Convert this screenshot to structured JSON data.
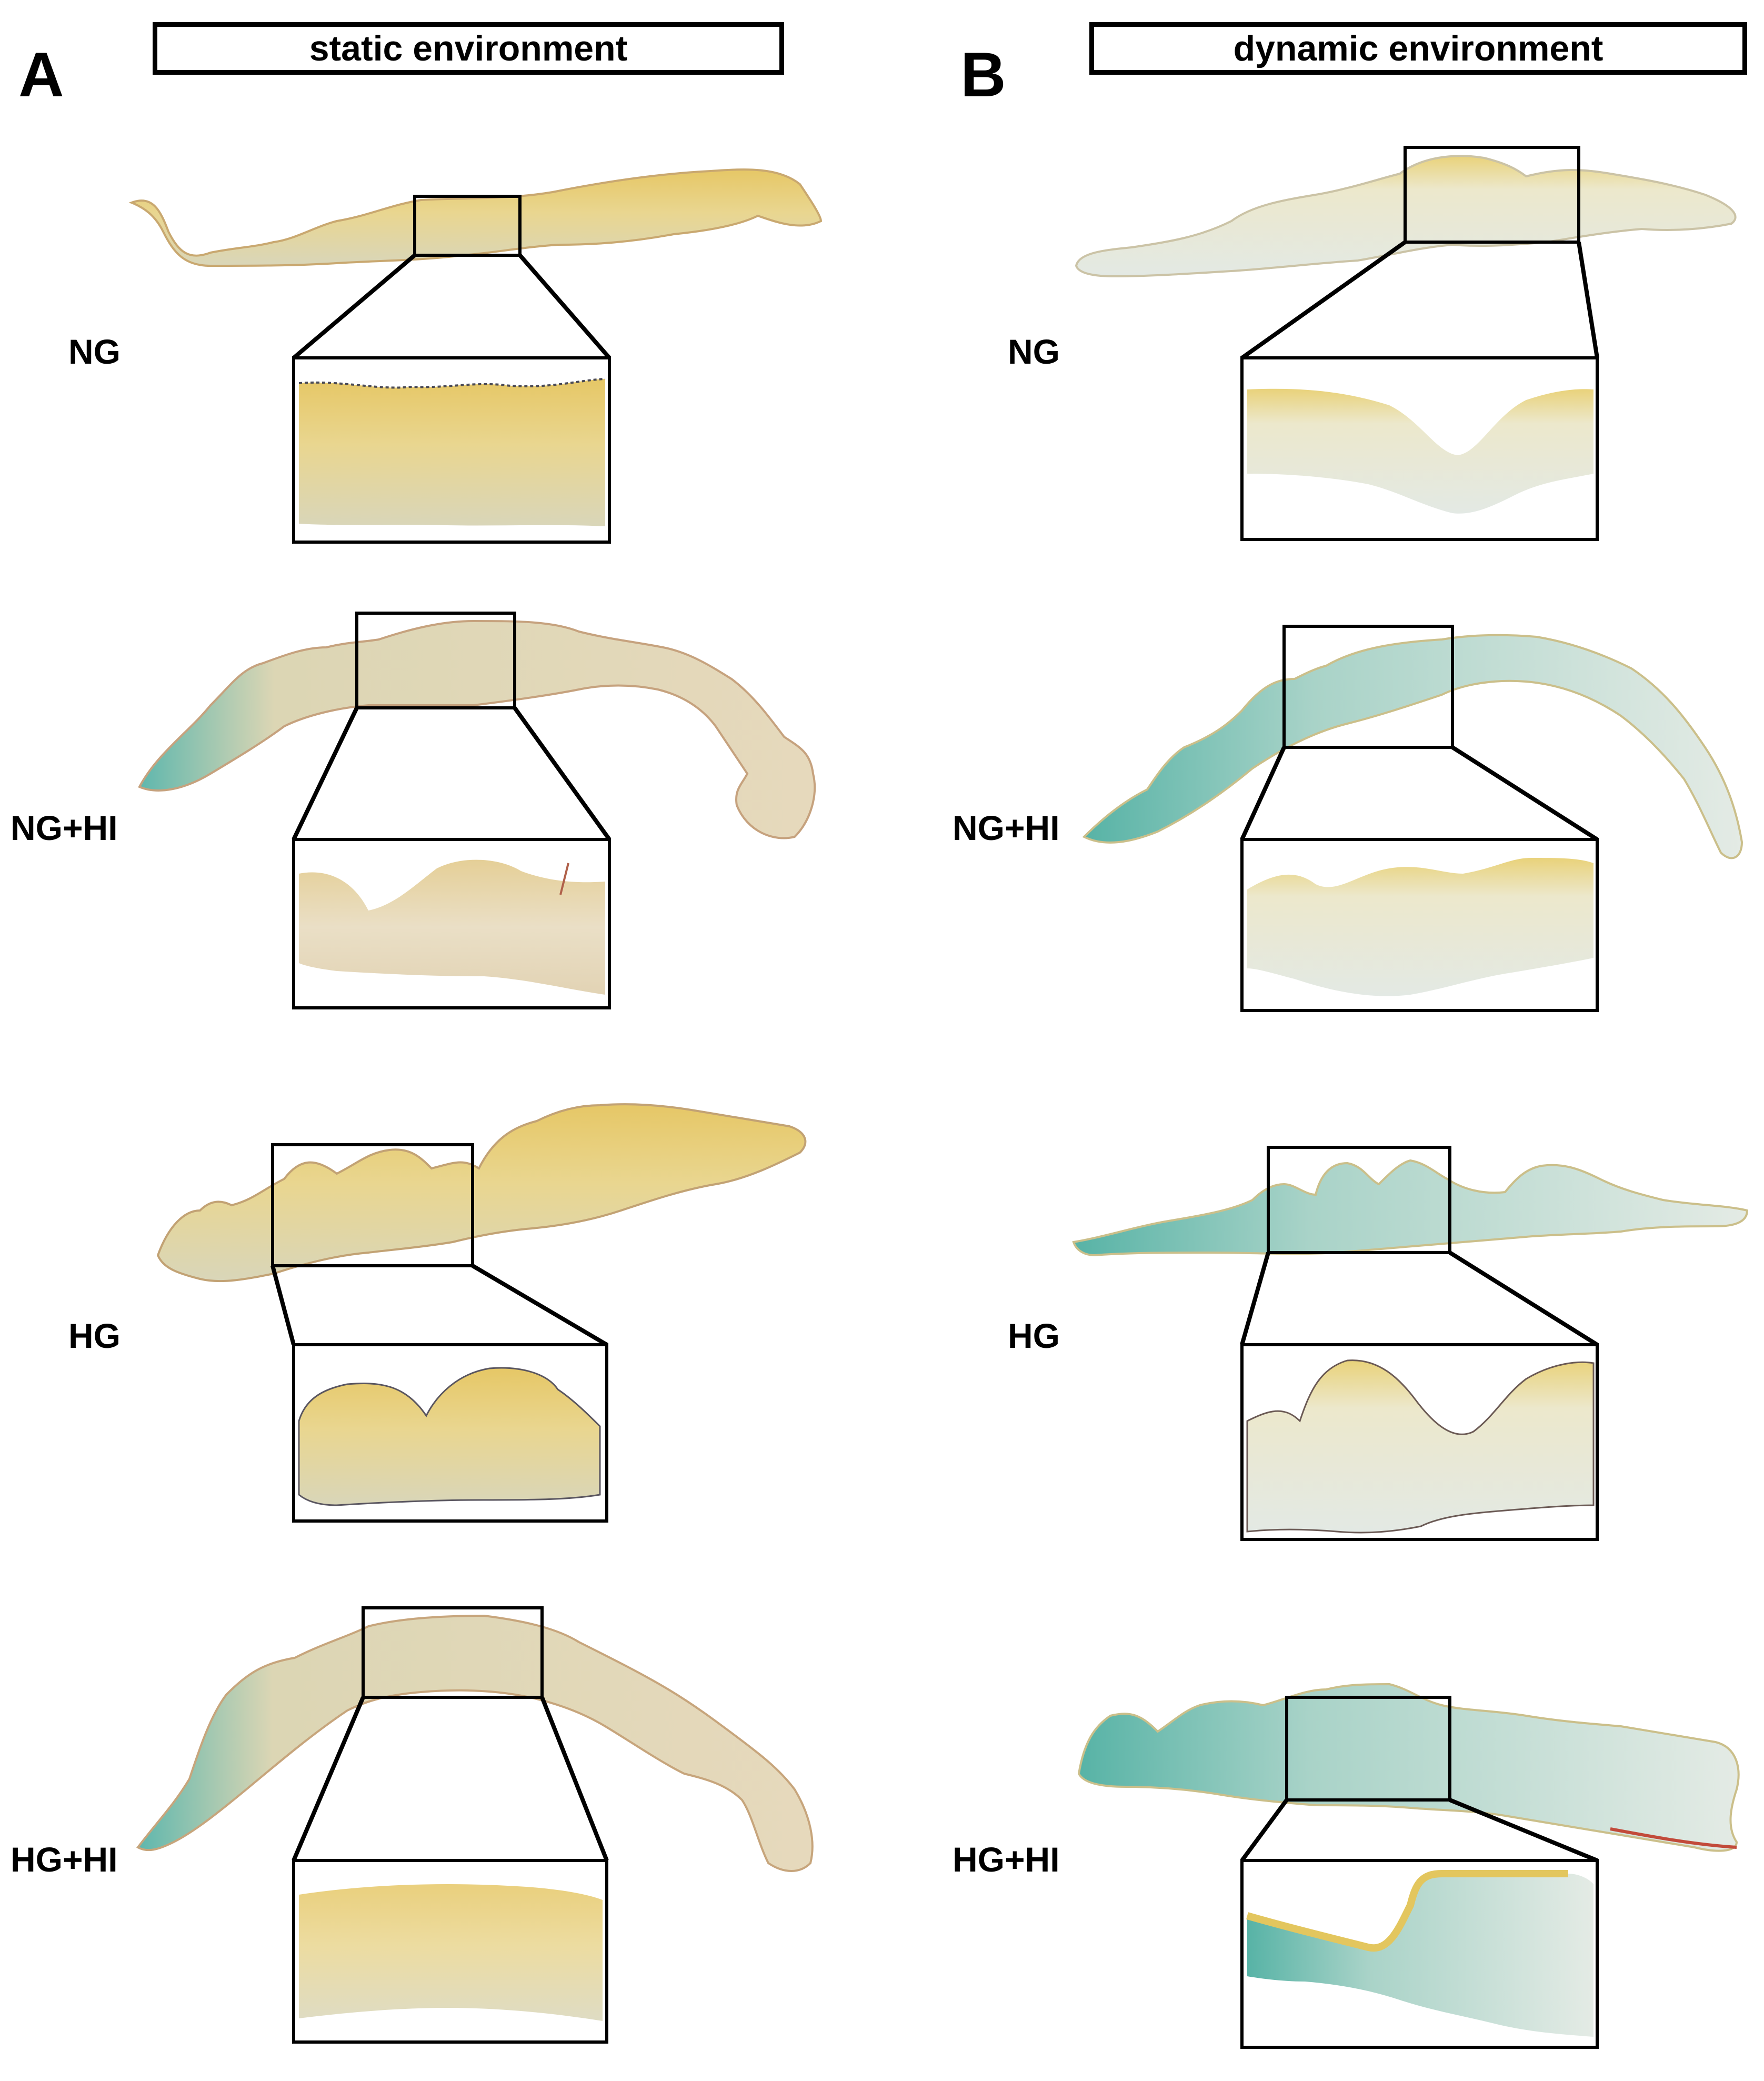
{
  "panels": [
    {
      "letter": "A",
      "header": "static environment",
      "rows": [
        "NG",
        "NG+HI",
        "HG",
        "HG+HI"
      ]
    },
    {
      "letter": "B",
      "header": "dynamic environment",
      "rows": [
        "NG",
        "NG+HI",
        "HG",
        "HG+HI"
      ]
    }
  ],
  "stain_colors": {
    "yellow": "#e8cf6a",
    "beige": "#e9dcc0",
    "teal": "#5fb7ad",
    "grey_white": "#e6ecea",
    "dark_edge": "#6b5a55"
  }
}
